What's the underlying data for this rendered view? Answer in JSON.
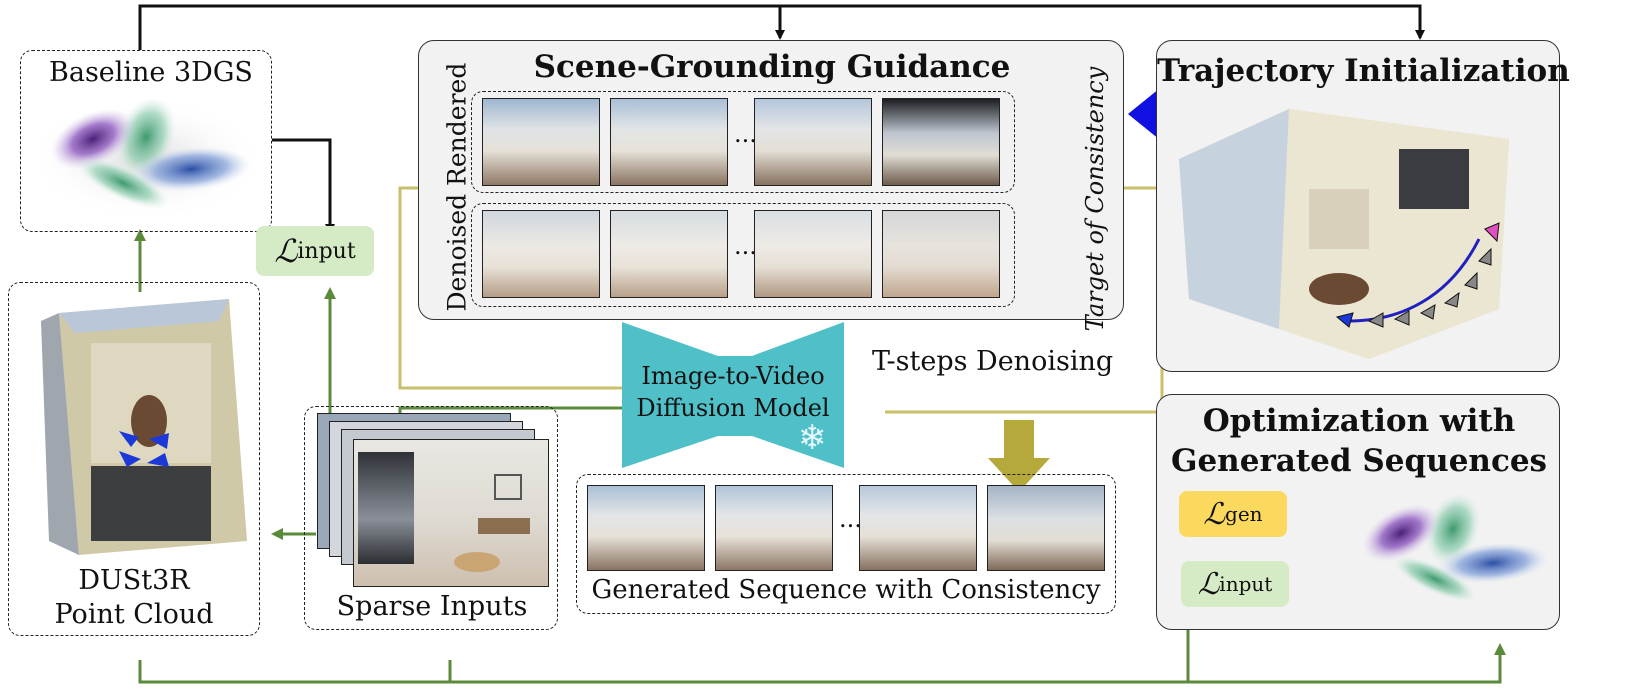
{
  "baseline": {
    "label": "Baseline 3DGS"
  },
  "dust3r": {
    "line1": "DUSt3R",
    "line2": "Point Cloud"
  },
  "sparse": {
    "label": "Sparse Inputs"
  },
  "loss_input_left": {
    "symbol": "ℒ",
    "sub": "input"
  },
  "guidance": {
    "title": "Scene-Grounding Guidance",
    "side_left": "Denoised Rendered",
    "side_right": "Target of Consistency",
    "ellipsis": "..."
  },
  "trajectory": {
    "title": "Trajectory Initialization"
  },
  "diffusion": {
    "line1": "Image-to-Video",
    "line2": "Diffusion Model",
    "snow_icon": "snowflake-icon"
  },
  "tsteps": {
    "label": "T-steps Denoising"
  },
  "generated": {
    "label": "Generated Sequence with Consistency",
    "ellipsis": "..."
  },
  "optimization": {
    "title1": "Optimization with",
    "title2": "Generated Sequences",
    "loss_gen": {
      "symbol": "ℒ",
      "sub": "gen"
    },
    "loss_input": {
      "symbol": "ℒ",
      "sub": "input"
    }
  },
  "colors": {
    "green": "#5b8a3a",
    "khaki": "#c9c06a",
    "olive": "#b5a93c",
    "blue_arrow": "#1010e0",
    "teal": "#4fc0c8",
    "chip_green": "#d4ebc5",
    "chip_yellow": "#fbd95f",
    "red": "#c81e1e"
  }
}
